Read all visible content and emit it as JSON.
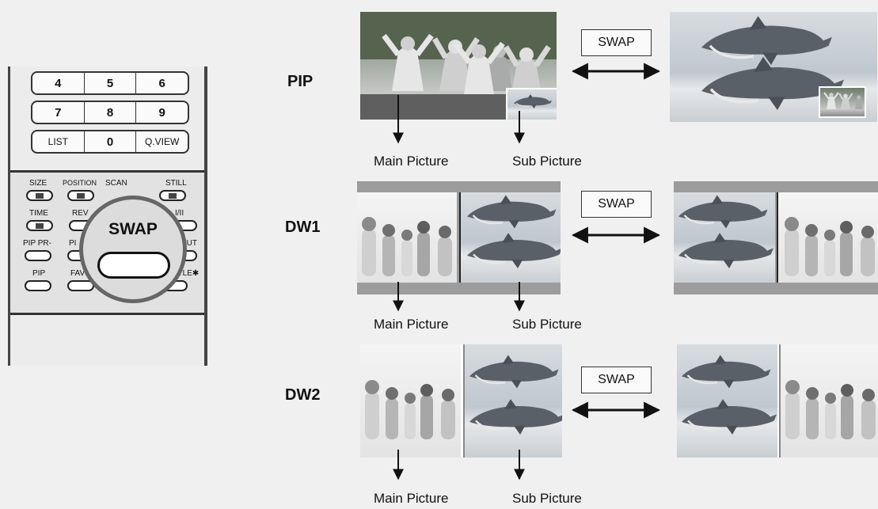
{
  "remote": {
    "rows": [
      [
        "4",
        "5",
        "6"
      ],
      [
        "7",
        "8",
        "9"
      ],
      [
        "LIST",
        "0",
        "Q.VIEW"
      ]
    ],
    "labels": {
      "size": "SIZE",
      "position": "POSITION",
      "scan": "SCAN",
      "still": "STILL",
      "time": "TIME",
      "rev": "REV",
      "ii": "I/II",
      "pip_pr": "PIP PR-",
      "pi": "PI",
      "input": "INPUT",
      "pip": "PIP",
      "fav": "FAV",
      "subtitle": "STITLE✱"
    },
    "swap_label": "SWAP"
  },
  "rows": [
    {
      "mode": "PIP",
      "swap": "SWAP",
      "main_caption": "Main Picture",
      "sub_caption": "Sub Picture"
    },
    {
      "mode": "DW1",
      "swap": "SWAP",
      "main_caption": "Main Picture",
      "sub_caption": "Sub Picture"
    },
    {
      "mode": "DW2",
      "swap": "SWAP",
      "main_caption": "Main Picture",
      "sub_caption": "Sub Picture"
    }
  ]
}
